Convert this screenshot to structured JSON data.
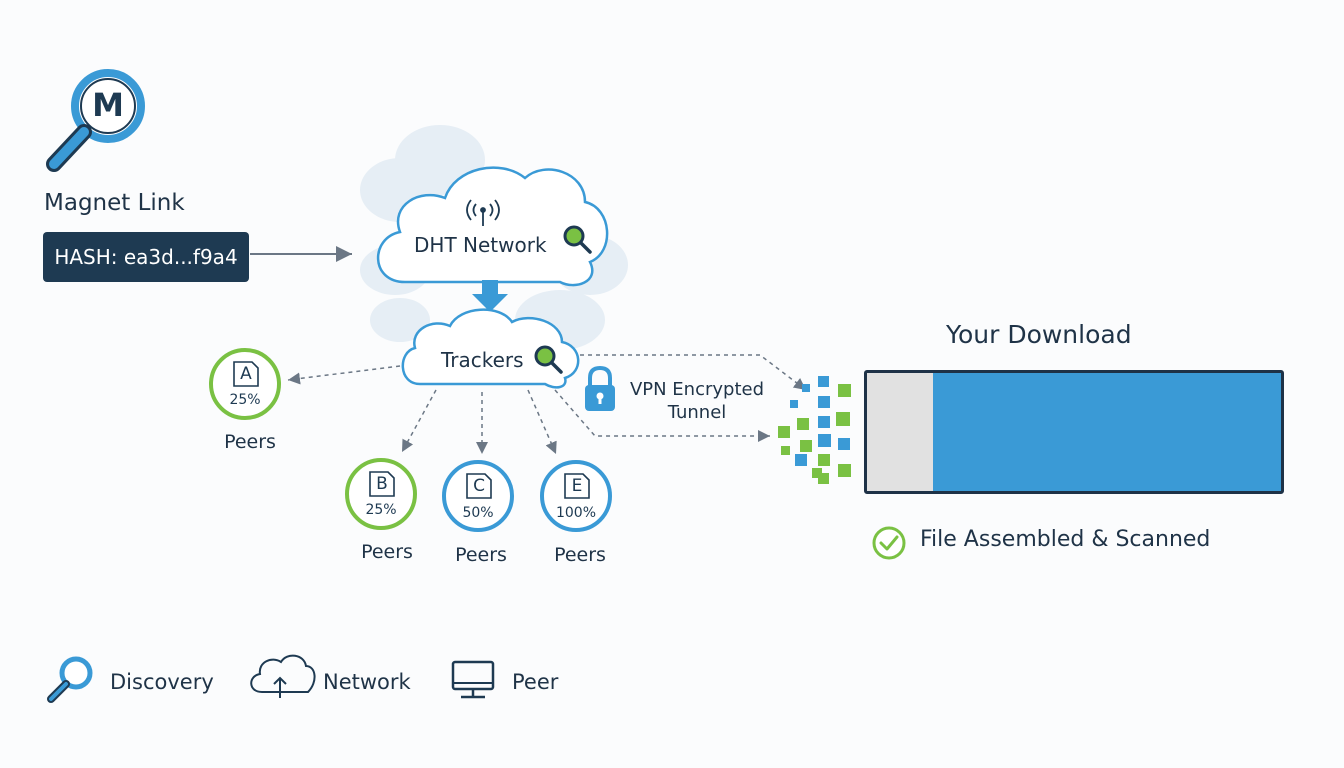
{
  "magnet": {
    "icon_letter": "M",
    "title": "Magnet Link",
    "hash": "HASH: ea3d...f9a4"
  },
  "dht": {
    "label": "DHT Network"
  },
  "trackers": {
    "label": "Trackers"
  },
  "peers": [
    {
      "letter": "A",
      "percent": "25%",
      "label": "Peers",
      "ring": "#7ac143"
    },
    {
      "letter": "B",
      "percent": "25%",
      "label": "Peers",
      "ring": "#7ac143"
    },
    {
      "letter": "C",
      "percent": "50%",
      "label": "Peers",
      "ring": "#3a9ad6"
    },
    {
      "letter": "E",
      "percent": "100%",
      "label": "Peers",
      "ring": "#3a9ad6"
    }
  ],
  "vpn": {
    "line1": "VPN Encrypted",
    "line2": "Tunnel"
  },
  "download": {
    "title": "Your Download",
    "progress_fraction": 0.84
  },
  "status": {
    "text": "File Assembled & Scanned",
    "icon": "check-circle-icon"
  },
  "legend": [
    {
      "icon": "magnifier-icon",
      "label": "Discovery"
    },
    {
      "icon": "cloud-upload-icon",
      "label": "Network"
    },
    {
      "icon": "monitor-icon",
      "label": "Peer"
    }
  ],
  "colors": {
    "blue": "#3a9ad6",
    "green": "#7ac143",
    "navy": "#1e3a52",
    "dark": "#1f3347"
  }
}
